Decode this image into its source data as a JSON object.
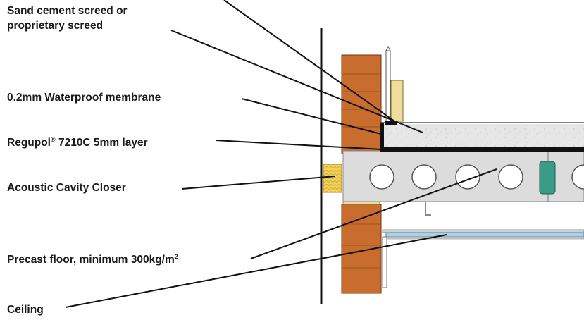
{
  "labels": {
    "screed_line1": "Sand cement screed or",
    "screed_line2": "proprietary screed",
    "membrane": "0.2mm Waterproof membrane",
    "regupol_name": "Regupol",
    "regupol_mark": "®",
    "regupol_rest": " 7210C 5mm layer",
    "cavity_closer": "Acoustic Cavity Closer",
    "precast_main": "Precast floor, minimum 300kg/m",
    "precast_sup": "2",
    "ceiling": "Ceiling"
  },
  "colors": {
    "brick": "#c96d2e",
    "brick_edge": "#6e3614",
    "slab": "#dcdcdc",
    "screed": "#e6e6e6",
    "closer": "#f2d15a",
    "spacer": "#3a9c86",
    "ceiling_board": "#a9d2ea",
    "skirting": "#f0dd9c",
    "line": "#111111"
  }
}
